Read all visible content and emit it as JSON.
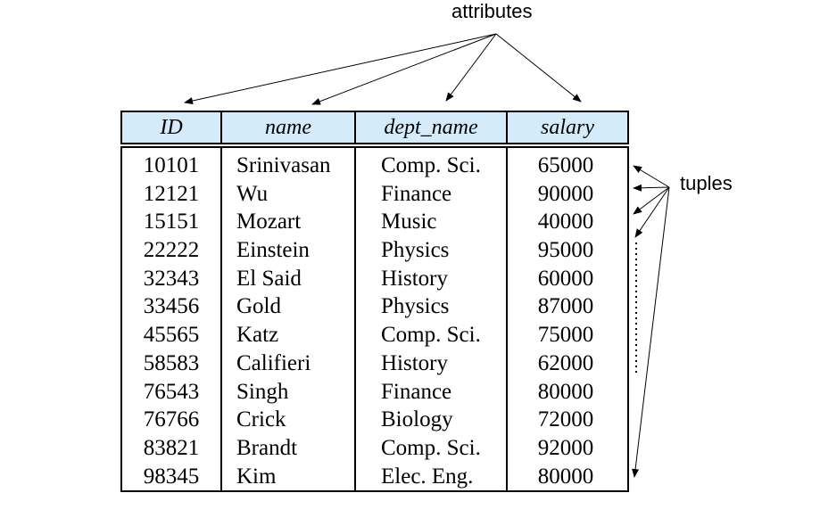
{
  "labels": {
    "attributes": "attributes",
    "tuples": "tuples"
  },
  "table": {
    "headers": [
      "ID",
      "name",
      "dept_name",
      "salary"
    ],
    "header_bg": "#d3ebfa",
    "rows": [
      [
        "10101",
        "Srinivasan",
        "Comp. Sci.",
        "65000"
      ],
      [
        "12121",
        "Wu",
        "Finance",
        "90000"
      ],
      [
        "15151",
        "Mozart",
        "Music",
        "40000"
      ],
      [
        "22222",
        "Einstein",
        "Physics",
        "95000"
      ],
      [
        "32343",
        "El Said",
        "History",
        "60000"
      ],
      [
        "33456",
        "Gold",
        "Physics",
        "87000"
      ],
      [
        "45565",
        "Katz",
        "Comp. Sci.",
        "75000"
      ],
      [
        "58583",
        "Califieri",
        "History",
        "62000"
      ],
      [
        "76543",
        "Singh",
        "Finance",
        "80000"
      ],
      [
        "76766",
        "Crick",
        "Biology",
        "72000"
      ],
      [
        "83821",
        "Brandt",
        "Comp. Sci.",
        "92000"
      ],
      [
        "98345",
        "Kim",
        "Elec. Eng.",
        "80000"
      ]
    ]
  }
}
